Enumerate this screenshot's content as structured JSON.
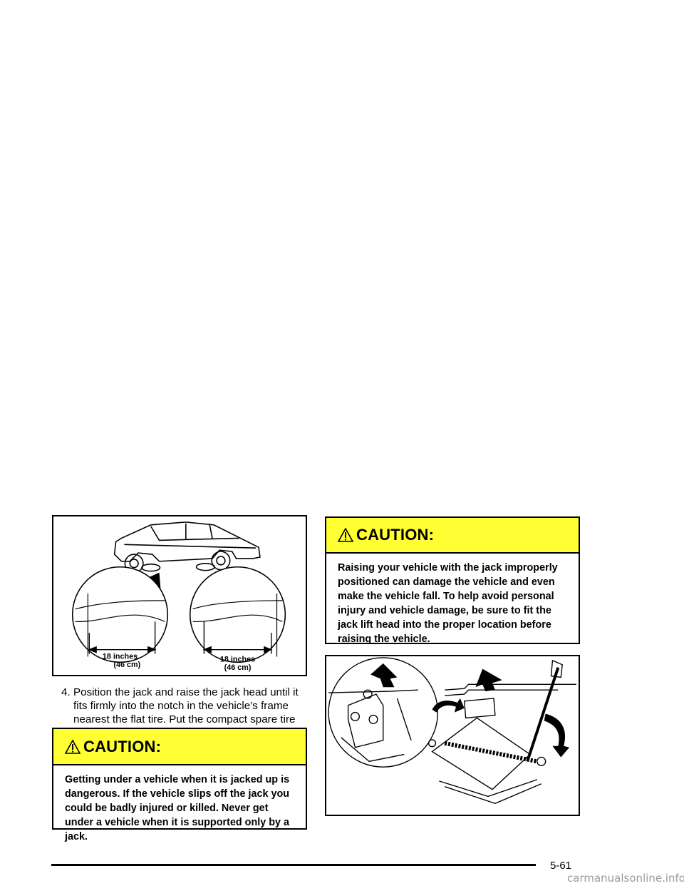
{
  "figure_top": {
    "label_left_1": "18 inches",
    "label_left_2": "(46 cm)",
    "label_right_1": "18 inches",
    "label_right_2": "(46 cm)"
  },
  "step": {
    "number": "4.",
    "text": "Position the jack and raise the jack head until it fits firmly into the notch in the vehicle’s frame nearest the flat tire. Put the compact spare tire near you."
  },
  "caution_left": {
    "title": "CAUTION:",
    "text": "Getting under a vehicle when it is jacked up is dangerous. If the vehicle slips off the jack you could be badly injured or killed. Never get under a vehicle when it is supported only by a jack."
  },
  "caution_right": {
    "title": "CAUTION:",
    "text": "Raising your vehicle with the jack improperly positioned can damage the vehicle and even make the vehicle fall. To help avoid personal injury and vehicle damage, be sure to fit the jack lift head into the proper location before raising the vehicle."
  },
  "footer": {
    "page_number": "5-61",
    "watermark": "carmanualsonline.info"
  },
  "icons": {
    "caution": "warning-triangle-icon"
  },
  "colors": {
    "caution_header": "#ffff33"
  }
}
